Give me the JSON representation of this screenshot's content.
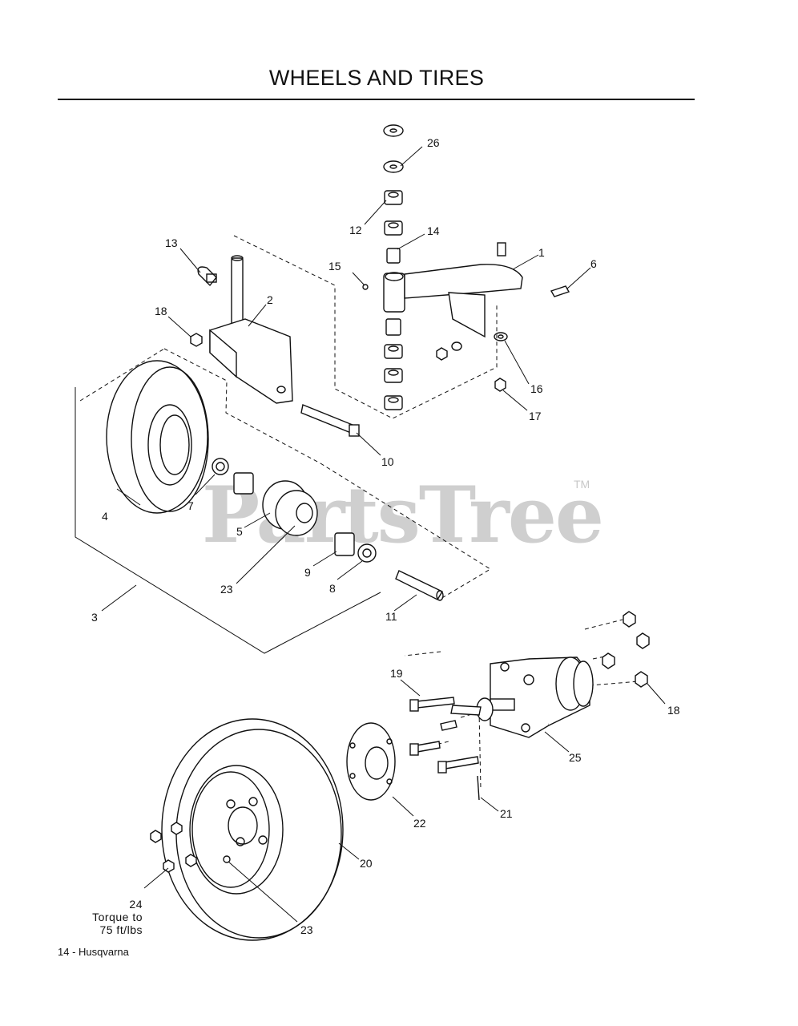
{
  "page": {
    "title": "WHEELS AND TIRES",
    "footer": "14 - Husqvarna",
    "watermark": "PartsTree",
    "watermark_tm": "TM"
  },
  "callouts": [
    "26",
    "12",
    "14",
    "1",
    "15",
    "6",
    "13",
    "2",
    "18",
    "16",
    "17",
    "4",
    "10",
    "7",
    "5",
    "23",
    "9",
    "8",
    "11",
    "3",
    "19",
    "18",
    "25",
    "22",
    "21",
    "20",
    "23"
  ],
  "torque_note": {
    "part": "24",
    "line1": "Torque  to",
    "line2": "75 ft/lbs"
  }
}
